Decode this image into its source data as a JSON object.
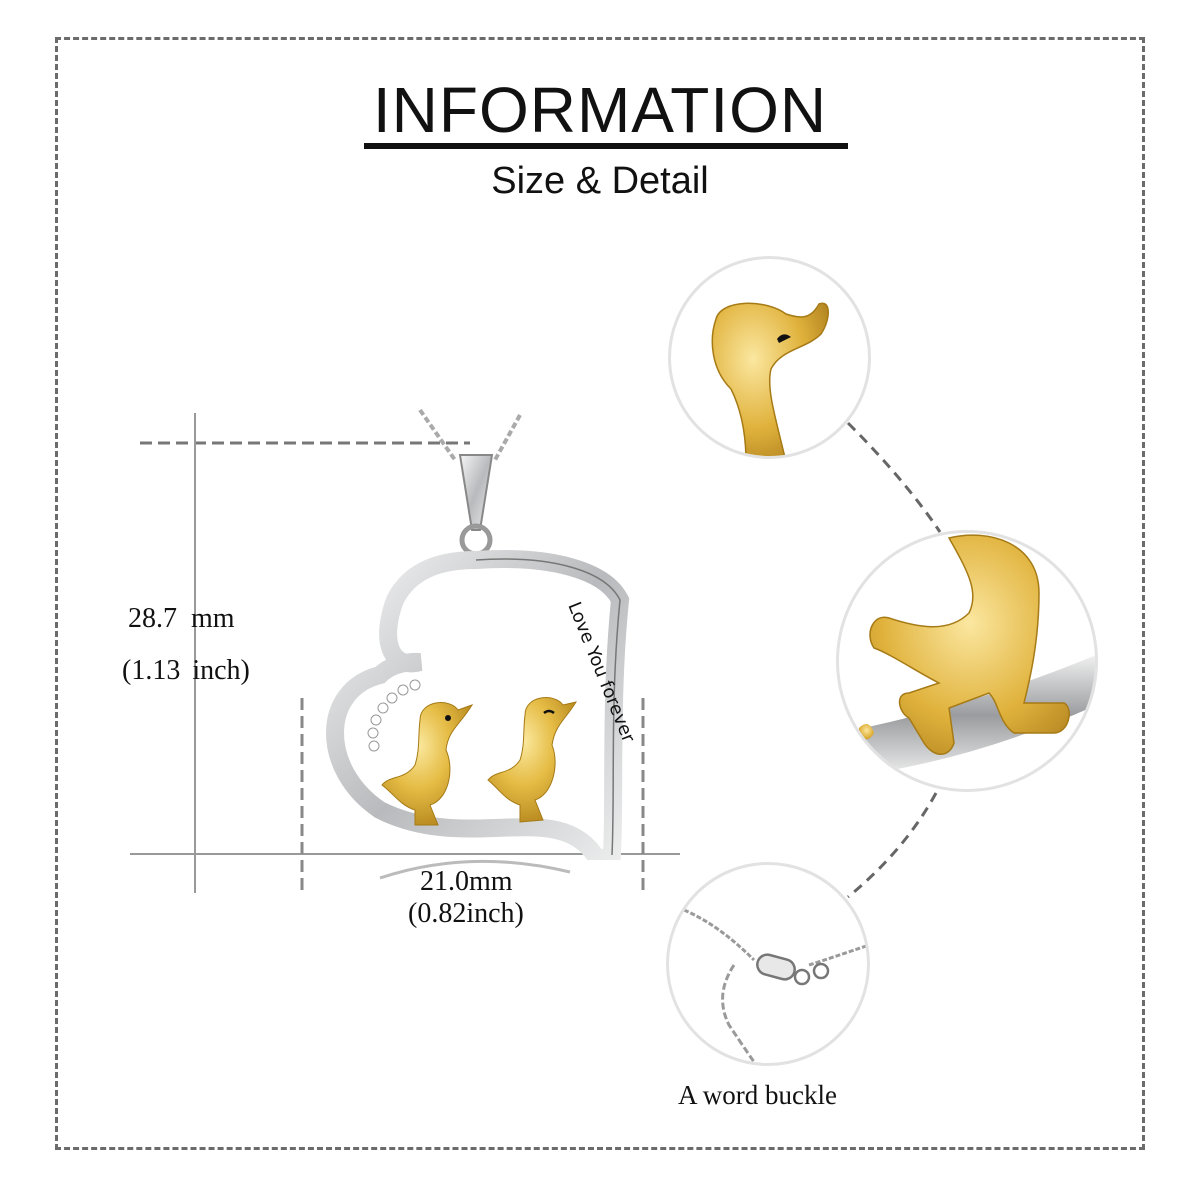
{
  "header": {
    "title": "INFORMATION",
    "subtitle": "Size & Detail"
  },
  "dimensions": {
    "height_mm_value": "28.7",
    "height_mm_unit": "mm",
    "height_inch_value": "(1.13",
    "height_inch_unit": "inch)",
    "width_mm": "21.0mm",
    "width_inch": "(0.82inch)"
  },
  "pendant": {
    "engraving": "Love You forever",
    "colors": {
      "gold": "#e0b23c",
      "silver": "#d9dbde",
      "dark": "#222222"
    }
  },
  "details": [
    {
      "name": "duck-head-closeup"
    },
    {
      "name": "duck-feet-closeup"
    },
    {
      "name": "clasp-closeup",
      "caption": "A word buckle"
    }
  ],
  "colors": {
    "frame_border": "#6b6b6b",
    "circle_border": "#e2e2e2",
    "text": "#111111"
  }
}
